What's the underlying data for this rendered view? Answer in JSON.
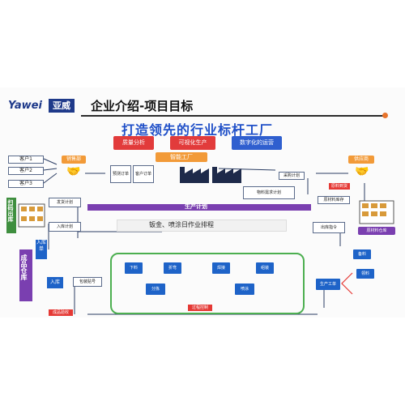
{
  "header": {
    "logo_en": "Yawei",
    "logo_cn": "亚威",
    "title": "企业介绍-项目目标",
    "subtitle": "打造领先的行业标杆工厂"
  },
  "badges": [
    {
      "label": "质量分析",
      "color": "#e23b3b"
    },
    {
      "label": "可视化生产",
      "color": "#e23b3b"
    },
    {
      "label": "数字化的运营",
      "color": "#2f5fcf"
    }
  ],
  "smart_factory": {
    "label": "智能工厂",
    "color": "#f29a38"
  },
  "customers": [
    "客户1",
    "客户2",
    "客户3"
  ],
  "sales_dept": "销售部",
  "supplier": "供应商",
  "docs": {
    "forecast": "预测订单",
    "customer_order": "客户订单",
    "purchase_plan": "采购计划",
    "material_demand": "物料需求计划",
    "raw_stock": "原材料库存",
    "ship_plan": "发货计划",
    "inbound_plan": "入库计划",
    "outbound_cmd": "出库指令",
    "pack_label": "包装贴号",
    "prod_order": "生产工单",
    "inbound_doc": "入库单",
    "inbound": "入库"
  },
  "plan_bar": "生产计划",
  "sheet_bar": "钣金、喷涂日作业排程",
  "left_labels": {
    "scan_out": "扫码出库",
    "finished_wh": "成品仓库"
  },
  "raw_wh": "原材料仓库",
  "feed": "备料",
  "pick": "领料",
  "purchase_arrival": "原料到货",
  "finished_record": "成品验收",
  "process_nodes": [
    "下料",
    "折弯",
    "焊接",
    "组装",
    "分拣",
    "喷涂"
  ],
  "process_caption": "过程控制"
}
